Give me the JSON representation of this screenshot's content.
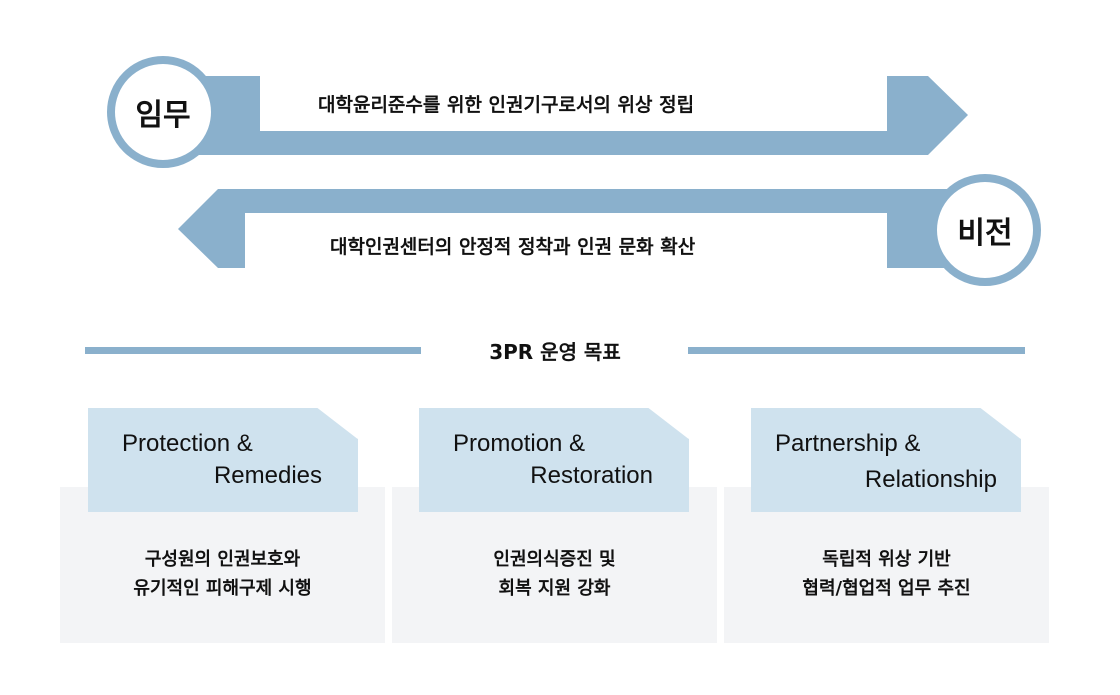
{
  "mission": {
    "label": "임무",
    "text": "대학윤리준수를 위한 인권기구로서의 위상 정립"
  },
  "vision": {
    "label": "비전",
    "text": "대학인권센터의 안정적 정착과 인권 문화 확산"
  },
  "goals": {
    "title": "3PR 운영 목표",
    "cards": [
      {
        "title_line1": "Protection &",
        "title_line2": "Remedies",
        "desc_line1": "구성원의 인권보호와",
        "desc_line2": "유기적인 피해구제 시행"
      },
      {
        "title_line1": "Promotion &",
        "title_line2": "Restoration",
        "desc_line1": "인권의식증진 및",
        "desc_line2": "회복 지원 강화"
      },
      {
        "title_line1": "Partnership &",
        "title_line2": "Relationship",
        "desc_line1": "독립적 위상 기반",
        "desc_line2": "협력/협업적 업무 추진"
      }
    ]
  },
  "colors": {
    "accent": "#8ab0cc",
    "card_header": "#cfe2ee",
    "card_bg": "#f3f4f6"
  }
}
